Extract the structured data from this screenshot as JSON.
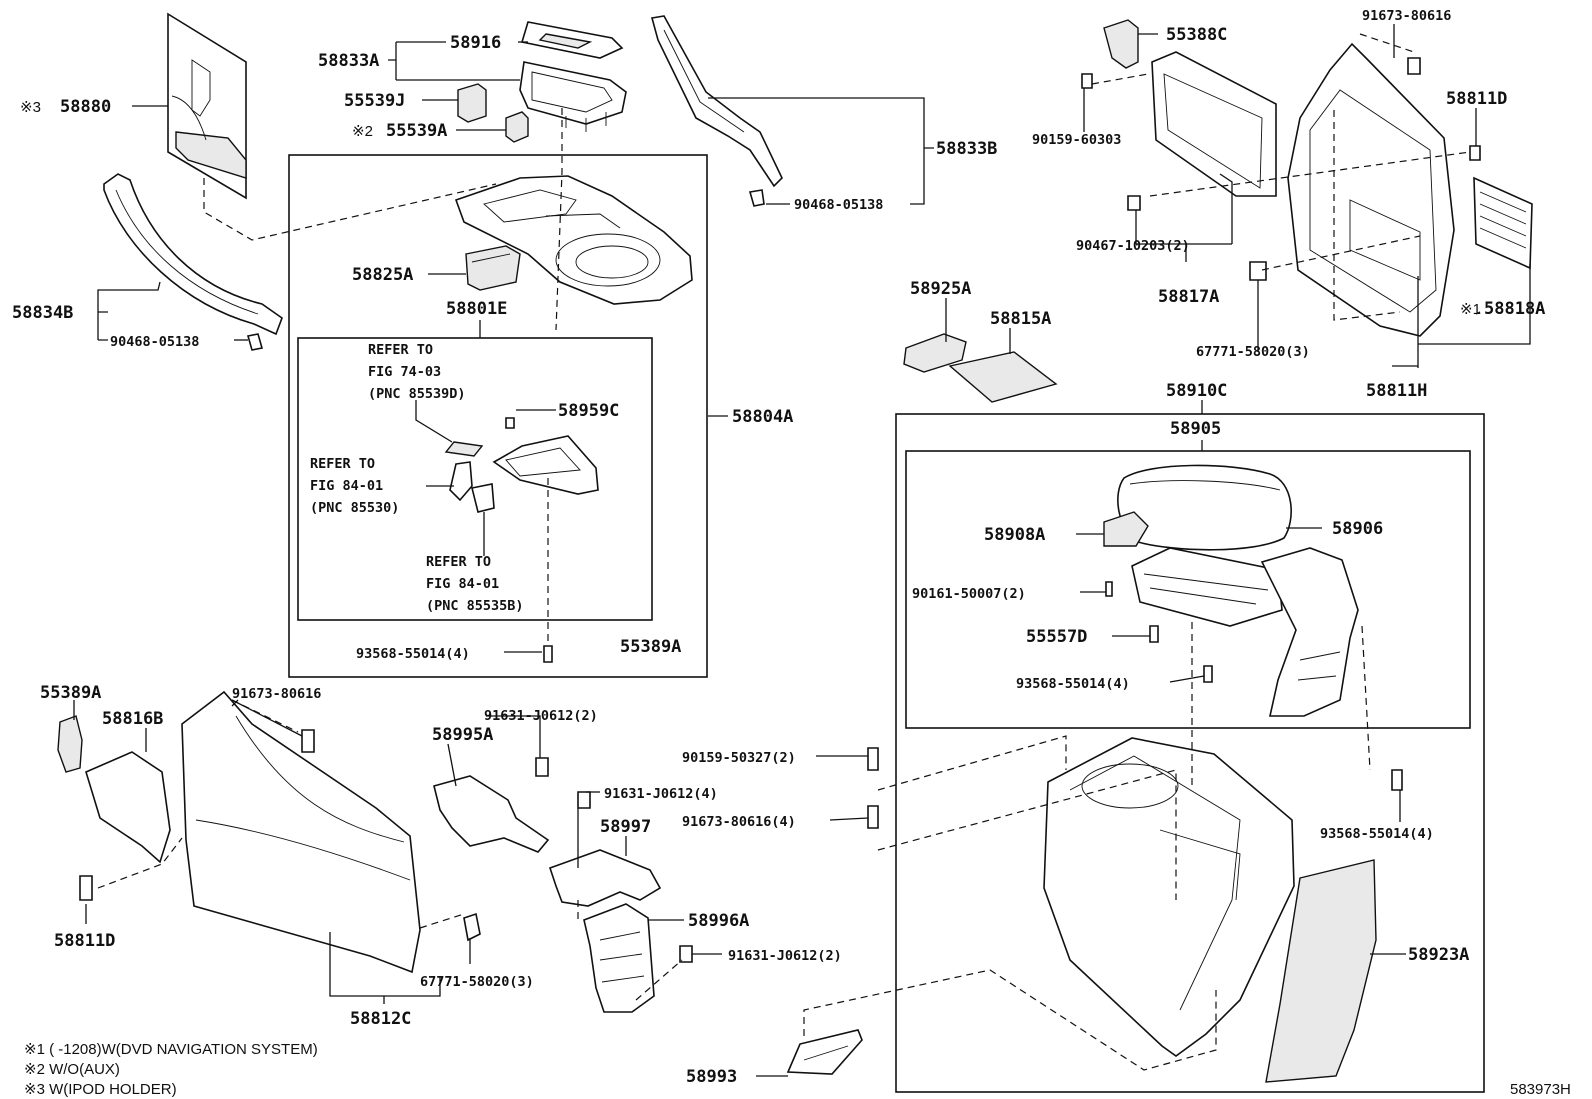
{
  "diagram_id": "583973H",
  "callouts": {
    "c58880": "58880",
    "c58916": "58916",
    "c58833A": "58833A",
    "c55539J": "55539J",
    "c55539A": "55539A",
    "c58833B": "58833B",
    "c90468_05138_top": "90468-05138",
    "c58834B": "58834B",
    "c90468_05138_left": "90468-05138",
    "c58825A": "58825A",
    "c58801E": "58801E",
    "c58959C": "58959C",
    "c58804A": "58804A",
    "c93568_55014_4a": "93568-55014(4)",
    "c55389A_box": "55389A",
    "c55388C": "55388C",
    "c91673_80616_tr": "91673-80616",
    "c90159_60303": "90159-60303",
    "c58811D_tr": "58811D",
    "c90467_10203": "90467-10203(2)",
    "c58817A": "58817A",
    "c58818A": "58818A",
    "c67771_58020_3_tr": "67771-58020(3)",
    "c58811H": "58811H",
    "c58925A": "58925A",
    "c58815A": "58815A",
    "c58910C": "58910C",
    "c58905": "58905",
    "c58906": "58906",
    "c58908A": "58908A",
    "c90161_50007": "90161-50007(2)",
    "c55557D": "55557D",
    "c93568_55014_4b": "93568-55014(4)",
    "c90159_50327": "90159-50327(2)",
    "c91673_80616_4": "91673-80616(4)",
    "c93568_55014_4c": "93568-55014(4)",
    "c58923A": "58923A",
    "c58993": "58993",
    "c55389A_left": "55389A",
    "c58816B": "58816B",
    "c91673_80616_l": "91673-80616",
    "c58811D_l": "58811D",
    "c58812C": "58812C",
    "c67771_58020_3_l": "67771-58020(3)",
    "c58995A": "58995A",
    "c91631_J0612_2a": "91631-J0612(2)",
    "c91631_J0612_4": "91631-J0612(4)",
    "c58997": "58997",
    "c58996A": "58996A",
    "c91631_J0612_2b": "91631-J0612(2)"
  },
  "marks": {
    "m58880": "※3",
    "m55539A": "※2",
    "m58818A": "※1"
  },
  "refs": {
    "r1": [
      "REFER TO",
      "FIG 74-03",
      "(PNC 85539D)"
    ],
    "r2": [
      "REFER TO",
      "FIG 84-01",
      "(PNC 85530)"
    ],
    "r3": [
      "REFER TO",
      "FIG 84-01",
      "(PNC 85535B)"
    ]
  },
  "footnotes": [
    "※1 (      -1208)W(DVD NAVIGATION SYSTEM)",
    "※2 W/O(AUX)",
    "※3 W(IPOD HOLDER)"
  ]
}
